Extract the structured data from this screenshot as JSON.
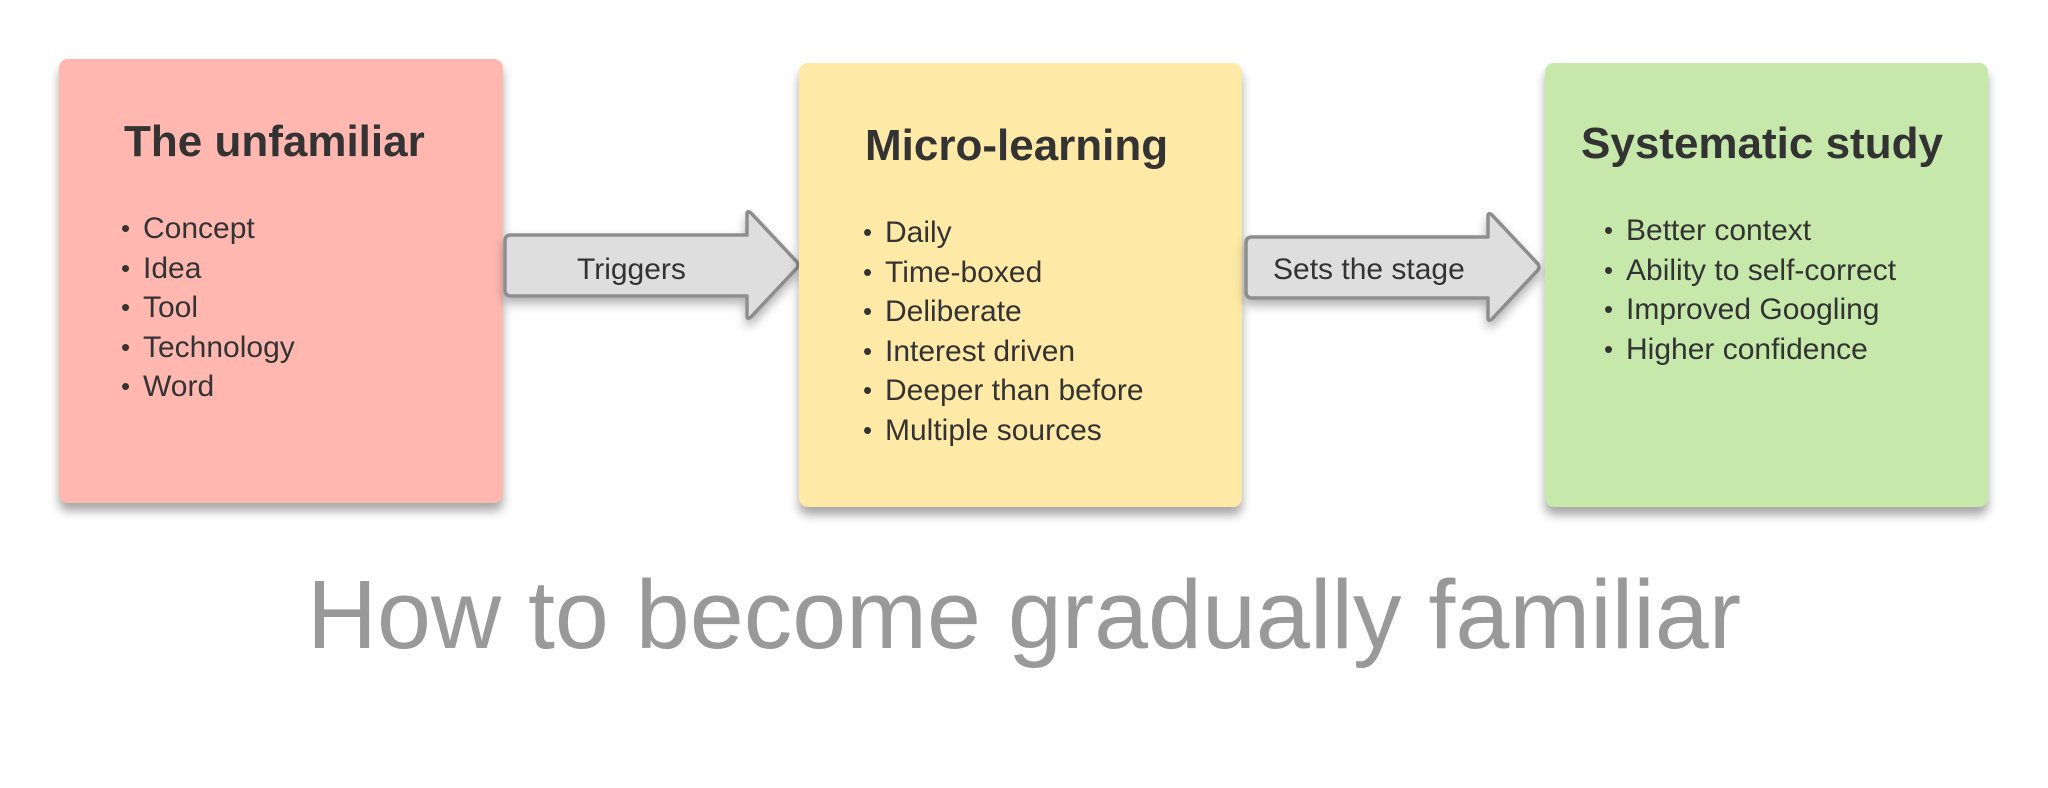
{
  "diagram": {
    "cards": [
      {
        "title": "The unfamiliar",
        "color": "#ffb7b0",
        "items": [
          "Concept",
          "Idea",
          "Tool",
          "Technology",
          "Word"
        ]
      },
      {
        "title": "Micro-learning",
        "color": "#ffe9a6",
        "items": [
          "Daily",
          "Time-boxed",
          "Deliberate",
          "Interest driven",
          "Deeper than before",
          "Multiple sources"
        ]
      },
      {
        "title": "Systematic study",
        "color": "#c6e8aa",
        "items": [
          "Better context",
          "Ability to self-correct",
          "Improved Googling",
          "Higher confidence"
        ]
      }
    ],
    "arrows": [
      {
        "label": "Triggers",
        "fill": "#dedede",
        "stroke": "#8e8e8e"
      },
      {
        "label": "Sets the stage",
        "fill": "#dedede",
        "stroke": "#8e8e8e"
      }
    ],
    "title": "How to become gradually familiar",
    "title_color": "#999999",
    "text_color": "#333333"
  }
}
